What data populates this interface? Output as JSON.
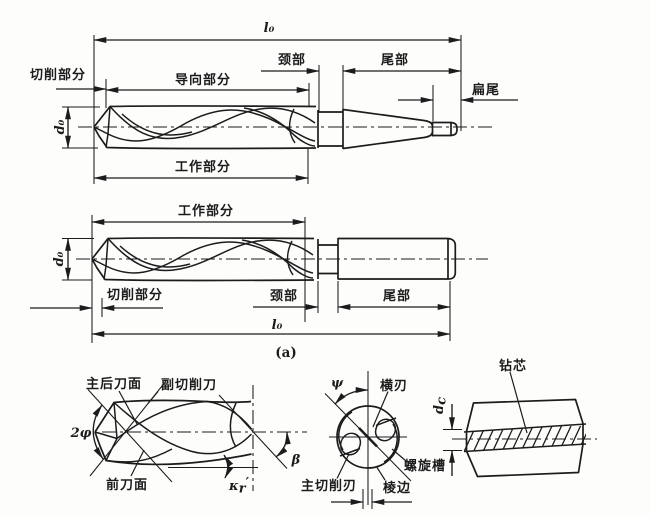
{
  "colors": {
    "ink": "#1c1c1c",
    "paper": "#fdfdfc"
  },
  "caption": "(a)",
  "taper_drill": {
    "overall_length": "l₀",
    "diameter": "d₀",
    "cutting_part": "切削部分",
    "guide_part": "导向部分",
    "neck": "颈部",
    "tail": "尾部",
    "tang": "扁尾",
    "working_part": "工作部分"
  },
  "straight_drill": {
    "working_part": "工作部分",
    "diameter": "d₀",
    "cutting_part": "切削部分",
    "neck": "颈部",
    "tail": "尾部",
    "overall_length": "l₀"
  },
  "point_side_view": {
    "major_flank": "主后刀面",
    "minor_cutting_edge": "副切削刀",
    "point_angle": "2φ",
    "rake_face": "前刀面",
    "helix_angle": "β",
    "minor_angle_kappa": "κ",
    "minor_angle_sub": "r",
    "minor_angle_prime": "′"
  },
  "point_end_view": {
    "chisel_edge_angle": "ψ",
    "chisel_edge": "横刃",
    "flute": "螺旋槽",
    "major_cutting_edge": "主切削刃",
    "margin": "棱边"
  },
  "web_view": {
    "label": "钻芯",
    "dia_base": "d",
    "dia_sub": "c"
  }
}
